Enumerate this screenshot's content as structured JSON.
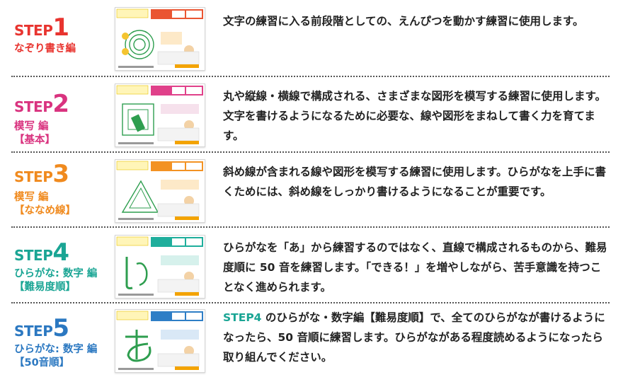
{
  "steps": [
    {
      "word": "STEP",
      "num": "1",
      "subtitle_lines": [
        "なぞり書き編"
      ],
      "color": "#e8342f",
      "thumb_accent": "#ea5532",
      "thumb_title": "手指で感じる 書字ドリル",
      "description": "文字の練習に入る前段階としての、えんぴつを動かす練習に使用します。"
    },
    {
      "word": "STEP",
      "num": "2",
      "subtitle_lines": [
        "模写 編",
        "【基本】"
      ],
      "color": "#d9337f",
      "thumb_accent": "#e0418a",
      "thumb_title": "手指で感じる 書字ドリル",
      "description": "丸や縦線・横線で構成される、さまざまな図形を模写する練習に使用します。文字を書けるようになるために必要な、線や図形をまねして書く力を育てます。"
    },
    {
      "word": "STEP",
      "num": "3",
      "subtitle_lines": [
        "模写 編",
        "【ななめ線】"
      ],
      "color": "#f08a1e",
      "thumb_accent": "#f39223",
      "thumb_title": "手指で感じる 書字ドリル",
      "description": "斜め線が含まれる線や図形を模写する練習に使用します。ひらがなを上手に書くためには、斜め線をしっかり書けるようになることが重要です。"
    },
    {
      "word": "STEP",
      "num": "4",
      "subtitle_lines": [
        "ひらがな: 数字 編",
        "【難易度順】"
      ],
      "color": "#1aa594",
      "thumb_accent": "#1fae9c",
      "thumb_title": "手指で感じる 書字ドリル",
      "description": "ひらがなを「あ」から練習するのではなく、直線で構成されるものから、難易度順に 50 音を練習します。「できる！」を増やしながら、苦手意識を持つことなく進められます。"
    },
    {
      "word": "STEP",
      "num": "5",
      "subtitle_lines": [
        "ひらがな: 数字 編",
        "【50音順】"
      ],
      "color": "#2b78c1",
      "thumb_accent": "#2e7ec6",
      "thumb_title": "手指で感じる 書字ドリル",
      "description_highlight": "STEP4",
      "description": " のひらがな・数字編【難易度順】で、全てのひらがなが書けるようになったら、50 音順に練習します。ひらがながある程度読めるようになったら取り組んでください。"
    }
  ]
}
